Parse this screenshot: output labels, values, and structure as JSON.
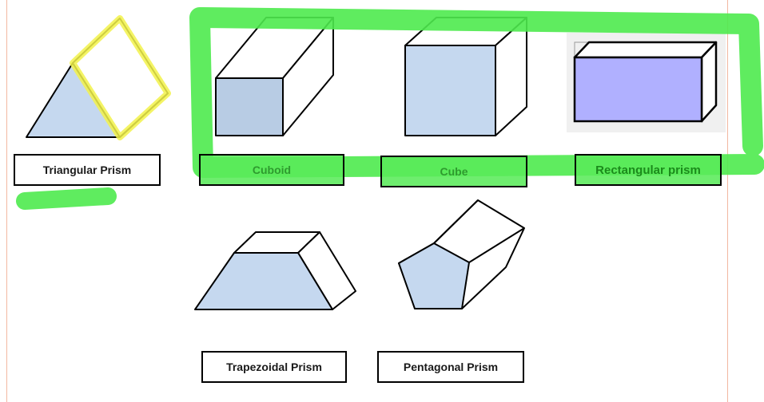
{
  "shapes": [
    {
      "id": "triangular",
      "label": "Triangular Prism"
    },
    {
      "id": "cuboid",
      "label": "Cuboid"
    },
    {
      "id": "cube",
      "label": "Cube"
    },
    {
      "id": "rectangular",
      "label": "Rectangular prism"
    },
    {
      "id": "trapezoidal",
      "label": "Trapezoidal Prism"
    },
    {
      "id": "pentagonal",
      "label": "Pentagonal Prism"
    }
  ],
  "colors": {
    "face_fill": "#c5d8ef",
    "cuboid_front": "#b8cce4",
    "rect_prism_front": "#b0b0ff",
    "highlight_green": "#4eea4e",
    "highlight_yellow": "#f2f24a",
    "page_rule": "#f2b8a2"
  }
}
